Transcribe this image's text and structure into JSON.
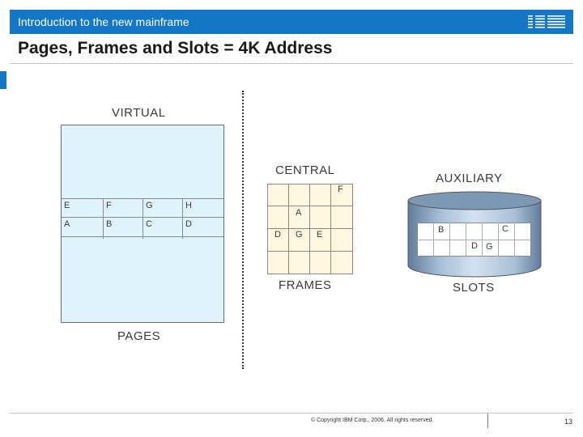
{
  "header": {
    "subtitle": "Introduction to the new mainframe",
    "logo_text": "IBM",
    "brand_color": "#1277c4"
  },
  "title": "Pages, Frames and Slots = 4K Address",
  "diagram": {
    "virtual": {
      "title": "VIRTUAL",
      "caption": "PAGES",
      "row1": [
        "E",
        "F",
        "G",
        "H"
      ],
      "row2": [
        "A",
        "B",
        "C",
        "D"
      ]
    },
    "central": {
      "title": "CENTRAL",
      "caption": "FRAMES",
      "cells": {
        "f": "F",
        "a": "A",
        "d": "D",
        "g": "G",
        "e": "E"
      }
    },
    "auxiliary": {
      "title": "AUXILIARY",
      "caption": "SLOTS",
      "cells": {
        "b": "B",
        "c": "C",
        "d": "D",
        "g": "G"
      }
    }
  },
  "footer": {
    "copyright": "© Copyright IBM Corp., 2006. All rights reserved.",
    "page_number": "13"
  }
}
